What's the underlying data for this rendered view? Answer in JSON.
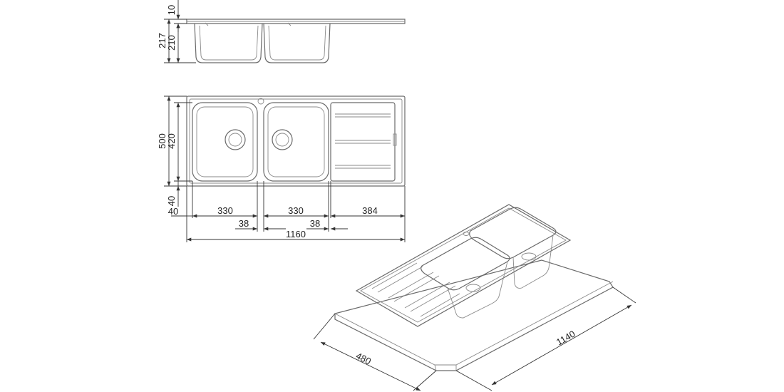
{
  "side_view": {
    "dims": {
      "rim_thickness": "10",
      "total_depth": "217",
      "bowl_depth": "210"
    }
  },
  "top_view": {
    "dims": {
      "depth_overall": "500",
      "bowl_depth_inner": "420",
      "margin_bottom": "40",
      "margin_left": "40",
      "bowl_left_width": "330",
      "bowl_right_width": "330",
      "drainer_width": "384",
      "gap_left": "38",
      "gap_right": "38",
      "overall_width": "1160"
    }
  },
  "iso_view": {
    "dims": {
      "cutout_depth": "480",
      "cutout_width": "1140"
    }
  }
}
